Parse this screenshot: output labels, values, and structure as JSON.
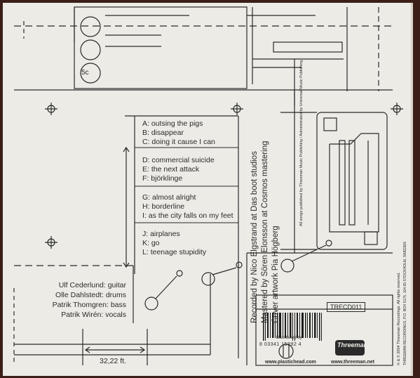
{
  "box_label": "5c",
  "tracks": [
    {
      "letter": "A:",
      "title": "outsing the pigs"
    },
    {
      "letter": "B:",
      "title": "disappear"
    },
    {
      "letter": "C:",
      "title": "doing it cause I can"
    },
    {
      "letter": "D:",
      "title": "commercial suicide"
    },
    {
      "letter": "E:",
      "title": "the next attack"
    },
    {
      "letter": "F:",
      "title": "björklinge"
    },
    {
      "letter": "G:",
      "title": "almost alright"
    },
    {
      "letter": "H:",
      "title": "borderline"
    },
    {
      "letter": "I:",
      "title": "as the city falls on my feet"
    },
    {
      "letter": "J:",
      "title": "airplanes"
    },
    {
      "letter": "K:",
      "title": "go"
    },
    {
      "letter": "L:",
      "title": "teenage stupidity"
    }
  ],
  "musicians": [
    "Ulf Cederlund: guitar",
    "Olle Dahlstedt: drums",
    "Patrik Thomgren: bass",
    "Patrik Wirén: vocals"
  ],
  "dimension_label": "32,22 ft.",
  "credits_vertical": [
    "Recorded by Nico Elgstrand at Das boot studios",
    "Mastered by Sören Elonsson at Cosmos mastering",
    "Cover artwork Pia Högberg"
  ],
  "publishing_note": "All songs published by Threeman Music Publishing / Administrated by Universal Music Publishing",
  "catalog_number": "TRECD011",
  "barcode_digits": "8 03341 15892 4",
  "distributed_by": "Distributed by",
  "distributor_url": "www.plastichead.com",
  "label_url": "www.threeman.net",
  "label_logo": "Threeman",
  "copyright": "℗ & © 2004 Threeman Recordings. All rights reserved.",
  "label_address": "THREEMAN RECORDINGS, P.O. BOX 5175, 104 65 STOCKHOLM, SWEDEN"
}
